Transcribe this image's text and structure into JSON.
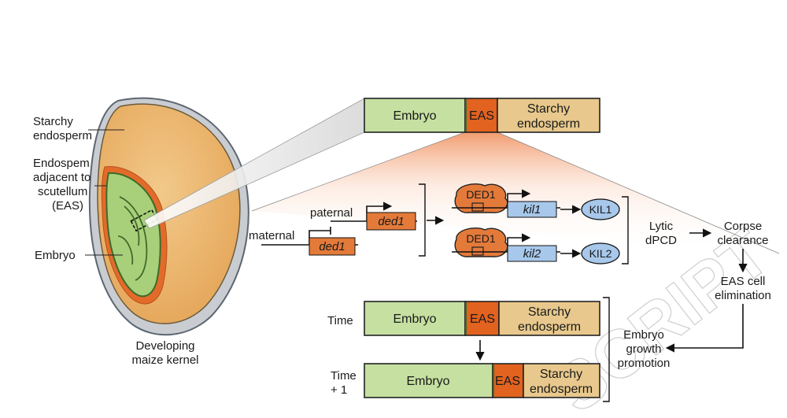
{
  "kernel": {
    "label_starchy": [
      "Starchy",
      "endosperm"
    ],
    "label_eas": [
      "Endospem",
      "adjacent to",
      "scutellum",
      "(EAS)"
    ],
    "label_embryo": "Embryo",
    "caption": [
      "Developing",
      "maize kernel"
    ]
  },
  "top_bar": {
    "embryo": "Embryo",
    "eas": "EAS",
    "starchy": [
      "Starchy",
      "endosperm"
    ]
  },
  "pathway": {
    "paternal": "paternal",
    "maternal": "maternal",
    "ded1": "ded1",
    "DED1": "DED1",
    "kil1": "kil1",
    "kil2": "kil2",
    "KIL1": "KIL1",
    "KIL2": "KIL2",
    "lytic": [
      "Lytic",
      "dPCD"
    ],
    "corpse": [
      "Corpse",
      "clearance"
    ],
    "eas_elim": [
      "EAS cell",
      "elimination"
    ],
    "embryo_growth": [
      "Embryo",
      "growth",
      "promotion"
    ]
  },
  "timeline": {
    "time": "Time",
    "time_plus_1": [
      "Time",
      "+ 1"
    ],
    "embryo": "Embryo",
    "eas": "EAS",
    "starchy": [
      "Starchy",
      "endosperm"
    ]
  },
  "watermark": "SCRIPT",
  "colors": {
    "embryo_green": "#c5e0a0",
    "eas_orange": "#e2621f",
    "endosperm_tan": "#e8c88c",
    "kil_blue": "#a7c8ea",
    "ded1_orange": "#e47a3a"
  }
}
